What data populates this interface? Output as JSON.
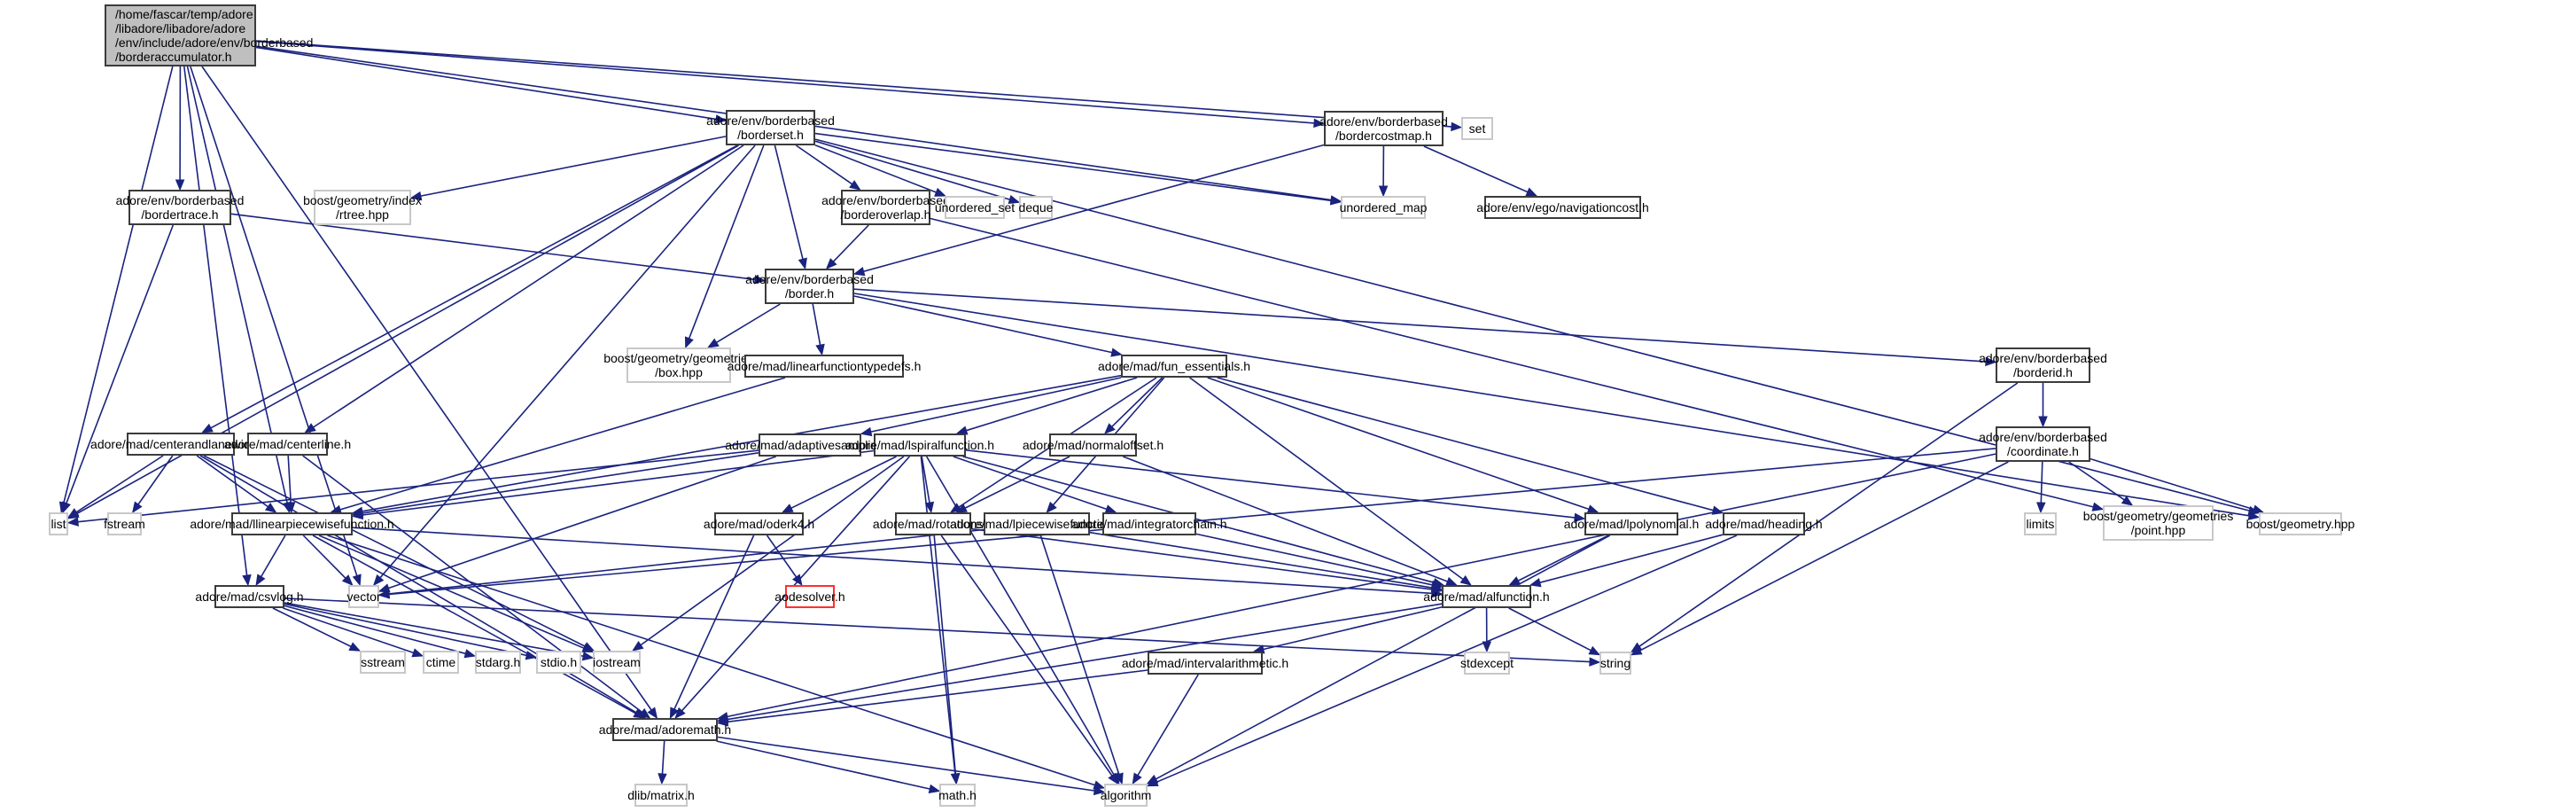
{
  "title": "Include dependency graph for borderaccumulator.h",
  "colors": {
    "edge": "#1a237e",
    "root_fill": "#bfbfbf",
    "missing_border": "#ff3030",
    "external_border": "#c8c8c8"
  },
  "nodes": [
    {
      "id": "root",
      "label": "/home/fascar/temp/adore\n/libadore/libadore/adore\n/env/include/adore/env/borderbased\n/borderaccumulator.h",
      "kind": "root"
    },
    {
      "id": "borderset",
      "label": "adore/env/borderbased\n/borderset.h",
      "kind": "internal"
    },
    {
      "id": "bordercostmap",
      "label": "adore/env/borderbased\n/bordercostmap.h",
      "kind": "internal"
    },
    {
      "id": "set",
      "label": "set",
      "kind": "external"
    },
    {
      "id": "bordertrace",
      "label": "adore/env/borderbased\n/bordertrace.h",
      "kind": "internal"
    },
    {
      "id": "rtree",
      "label": "boost/geometry/index\n/rtree.hpp",
      "kind": "external"
    },
    {
      "id": "borderoverlap",
      "label": "adore/env/borderbased\n/borderoverlap.h",
      "kind": "internal"
    },
    {
      "id": "unordered_set",
      "label": "unordered_set",
      "kind": "external"
    },
    {
      "id": "deque",
      "label": "deque",
      "kind": "external"
    },
    {
      "id": "unordered_map",
      "label": "unordered_map",
      "kind": "external"
    },
    {
      "id": "navigationcost",
      "label": "adore/env/ego/navigationcost.h",
      "kind": "internal"
    },
    {
      "id": "border",
      "label": "adore/env/borderbased\n/border.h",
      "kind": "internal"
    },
    {
      "id": "box",
      "label": "boost/geometry/geometries\n/box.hpp",
      "kind": "external"
    },
    {
      "id": "lftypedefs",
      "label": "adore/mad/linearfunctiontypedefs.h",
      "kind": "internal"
    },
    {
      "id": "fun_essentials",
      "label": "adore/mad/fun_essentials.h",
      "kind": "internal"
    },
    {
      "id": "borderid",
      "label": "adore/env/borderbased\n/borderid.h",
      "kind": "internal"
    },
    {
      "id": "coordinate",
      "label": "adore/env/borderbased\n/coordinate.h",
      "kind": "internal"
    },
    {
      "id": "centerandlanewidth",
      "label": "adore/mad/centerandlanewidth.h",
      "kind": "internal"
    },
    {
      "id": "centerline",
      "label": "adore/mad/centerline.h",
      "kind": "internal"
    },
    {
      "id": "adaptivesampling",
      "label": "adore/mad/adaptivesampling.h",
      "kind": "internal"
    },
    {
      "id": "lspiralfunction",
      "label": "adore/mad/lspiralfunction.h",
      "kind": "internal"
    },
    {
      "id": "normaloffset",
      "label": "adore/mad/normaloffset.h",
      "kind": "internal"
    },
    {
      "id": "heading",
      "label": "adore/mad/heading.h",
      "kind": "internal"
    },
    {
      "id": "limits",
      "label": "limits",
      "kind": "external"
    },
    {
      "id": "point",
      "label": "boost/geometry/geometries\n/point.hpp",
      "kind": "external"
    },
    {
      "id": "geometry",
      "label": "boost/geometry.hpp",
      "kind": "external"
    },
    {
      "id": "list",
      "label": "list",
      "kind": "external"
    },
    {
      "id": "fstream",
      "label": "fstream",
      "kind": "external"
    },
    {
      "id": "llinear",
      "label": "adore/mad/llinearpiecewisefunction.h",
      "kind": "internal"
    },
    {
      "id": "oderk4",
      "label": "adore/mad/oderk4.h",
      "kind": "internal"
    },
    {
      "id": "rotations",
      "label": "adore/mad/rotations.h",
      "kind": "internal"
    },
    {
      "id": "lpiecewise",
      "label": "adore/mad/lpiecewisefunction.h",
      "kind": "internal"
    },
    {
      "id": "integratorchain",
      "label": "adore/mad/integratorchain.h",
      "kind": "internal"
    },
    {
      "id": "lpolynomial",
      "label": "adore/mad/lpolynomial.h",
      "kind": "internal"
    },
    {
      "id": "vector",
      "label": "vector",
      "kind": "external"
    },
    {
      "id": "csvlog",
      "label": "adore/mad/csvlog.h",
      "kind": "internal"
    },
    {
      "id": "aodesolver",
      "label": "aodesolver.h",
      "kind": "missing"
    },
    {
      "id": "alfunction",
      "label": "adore/mad/alfunction.h",
      "kind": "internal"
    },
    {
      "id": "stdexcept",
      "label": "stdexcept",
      "kind": "external"
    },
    {
      "id": "string",
      "label": "string",
      "kind": "external"
    },
    {
      "id": "sstream",
      "label": "sstream",
      "kind": "external"
    },
    {
      "id": "ctime",
      "label": "ctime",
      "kind": "external"
    },
    {
      "id": "stdarg",
      "label": "stdarg.h",
      "kind": "external"
    },
    {
      "id": "stdio",
      "label": "stdio.h",
      "kind": "external"
    },
    {
      "id": "iostream",
      "label": "iostream",
      "kind": "external"
    },
    {
      "id": "intervalarithmetic",
      "label": "adore/mad/intervalarithmetic.h",
      "kind": "internal"
    },
    {
      "id": "adoremath",
      "label": "adore/mad/adoremath.h",
      "kind": "internal"
    },
    {
      "id": "dlibmatrix",
      "label": "dlib/matrix.h",
      "kind": "external"
    },
    {
      "id": "mathh",
      "label": "math.h",
      "kind": "external"
    },
    {
      "id": "algorithm",
      "label": "algorithm",
      "kind": "external"
    }
  ],
  "edges": [
    [
      "root",
      "borderset"
    ],
    [
      "root",
      "bordercostmap"
    ],
    [
      "root",
      "set"
    ],
    [
      "root",
      "bordertrace"
    ],
    [
      "root",
      "unordered_map"
    ],
    [
      "root",
      "list"
    ],
    [
      "root",
      "llinear"
    ],
    [
      "root",
      "csvlog"
    ],
    [
      "root",
      "vector"
    ],
    [
      "root",
      "adoremath"
    ],
    [
      "borderset",
      "border"
    ],
    [
      "borderset",
      "borderoverlap"
    ],
    [
      "borderset",
      "rtree"
    ],
    [
      "borderset",
      "unordered_set"
    ],
    [
      "borderset",
      "deque"
    ],
    [
      "borderset",
      "unordered_map"
    ],
    [
      "borderset",
      "box"
    ],
    [
      "borderset",
      "list"
    ],
    [
      "borderset",
      "centerandlanewidth"
    ],
    [
      "borderset",
      "centerline"
    ],
    [
      "borderset",
      "geometry"
    ],
    [
      "borderset",
      "vector"
    ],
    [
      "bordercostmap",
      "unordered_map"
    ],
    [
      "bordercostmap",
      "navigationcost"
    ],
    [
      "bordercostmap",
      "border"
    ],
    [
      "bordertrace",
      "border"
    ],
    [
      "bordertrace",
      "list"
    ],
    [
      "borderoverlap",
      "border"
    ],
    [
      "borderoverlap",
      "point"
    ],
    [
      "border",
      "box"
    ],
    [
      "border",
      "lftypedefs"
    ],
    [
      "border",
      "fun_essentials"
    ],
    [
      "border",
      "borderid"
    ],
    [
      "border",
      "geometry"
    ],
    [
      "lftypedefs",
      "llinear"
    ],
    [
      "fun_essentials",
      "llinear"
    ],
    [
      "fun_essentials",
      "adaptivesampling"
    ],
    [
      "fun_essentials",
      "lspiralfunction"
    ],
    [
      "fun_essentials",
      "normaloffset"
    ],
    [
      "fun_essentials",
      "rotations"
    ],
    [
      "fun_essentials",
      "lpiecewise"
    ],
    [
      "fun_essentials",
      "lpolynomial"
    ],
    [
      "fun_essentials",
      "heading"
    ],
    [
      "fun_essentials",
      "alfunction"
    ],
    [
      "borderid",
      "coordinate"
    ],
    [
      "borderid",
      "string"
    ],
    [
      "coordinate",
      "limits"
    ],
    [
      "coordinate",
      "point"
    ],
    [
      "coordinate",
      "geometry"
    ],
    [
      "coordinate",
      "vector"
    ],
    [
      "coordinate",
      "adoremath"
    ],
    [
      "coordinate",
      "string"
    ],
    [
      "centerandlanewidth",
      "list"
    ],
    [
      "centerandlanewidth",
      "fstream"
    ],
    [
      "centerandlanewidth",
      "llinear"
    ],
    [
      "centerandlanewidth",
      "iostream"
    ],
    [
      "centerandlanewidth",
      "adoremath"
    ],
    [
      "centerline",
      "llinear"
    ],
    [
      "centerline",
      "adoremath"
    ],
    [
      "adaptivesampling",
      "llinear"
    ],
    [
      "adaptivesampling",
      "list"
    ],
    [
      "adaptivesampling",
      "vector"
    ],
    [
      "lspiralfunction",
      "llinear"
    ],
    [
      "lspiralfunction",
      "oderk4"
    ],
    [
      "lspiralfunction",
      "rotations"
    ],
    [
      "lspiralfunction",
      "integratorchain"
    ],
    [
      "lspiralfunction",
      "lpolynomial"
    ],
    [
      "lspiralfunction",
      "alfunction"
    ],
    [
      "lspiralfunction",
      "iostream"
    ],
    [
      "lspiralfunction",
      "adoremath"
    ],
    [
      "lspiralfunction",
      "mathh"
    ],
    [
      "lspiralfunction",
      "algorithm"
    ],
    [
      "normaloffset",
      "rotations"
    ],
    [
      "normaloffset",
      "alfunction"
    ],
    [
      "heading",
      "alfunction"
    ],
    [
      "heading",
      "algorithm"
    ],
    [
      "llinear",
      "csvlog"
    ],
    [
      "llinear",
      "vector"
    ],
    [
      "llinear",
      "iostream"
    ],
    [
      "llinear",
      "alfunction"
    ],
    [
      "llinear",
      "adoremath"
    ],
    [
      "llinear",
      "algorithm"
    ],
    [
      "oderk4",
      "aodesolver"
    ],
    [
      "oderk4",
      "adoremath"
    ],
    [
      "rotations",
      "alfunction"
    ],
    [
      "rotations",
      "mathh"
    ],
    [
      "rotations",
      "algorithm"
    ],
    [
      "lpiecewise",
      "alfunction"
    ],
    [
      "lpiecewise",
      "vector"
    ],
    [
      "lpiecewise",
      "algorithm"
    ],
    [
      "integratorchain",
      "alfunction"
    ],
    [
      "lpolynomial",
      "alfunction"
    ],
    [
      "lpolynomial",
      "algorithm"
    ],
    [
      "csvlog",
      "sstream"
    ],
    [
      "csvlog",
      "ctime"
    ],
    [
      "csvlog",
      "stdarg"
    ],
    [
      "csvlog",
      "stdio"
    ],
    [
      "csvlog",
      "iostream"
    ],
    [
      "csvlog",
      "string"
    ],
    [
      "alfunction",
      "stdexcept"
    ],
    [
      "alfunction",
      "string"
    ],
    [
      "alfunction",
      "intervalarithmetic"
    ],
    [
      "alfunction",
      "adoremath"
    ],
    [
      "intervalarithmetic",
      "adoremath"
    ],
    [
      "intervalarithmetic",
      "algorithm"
    ],
    [
      "adoremath",
      "dlibmatrix"
    ],
    [
      "adoremath",
      "mathh"
    ],
    [
      "adoremath",
      "algorithm"
    ]
  ]
}
